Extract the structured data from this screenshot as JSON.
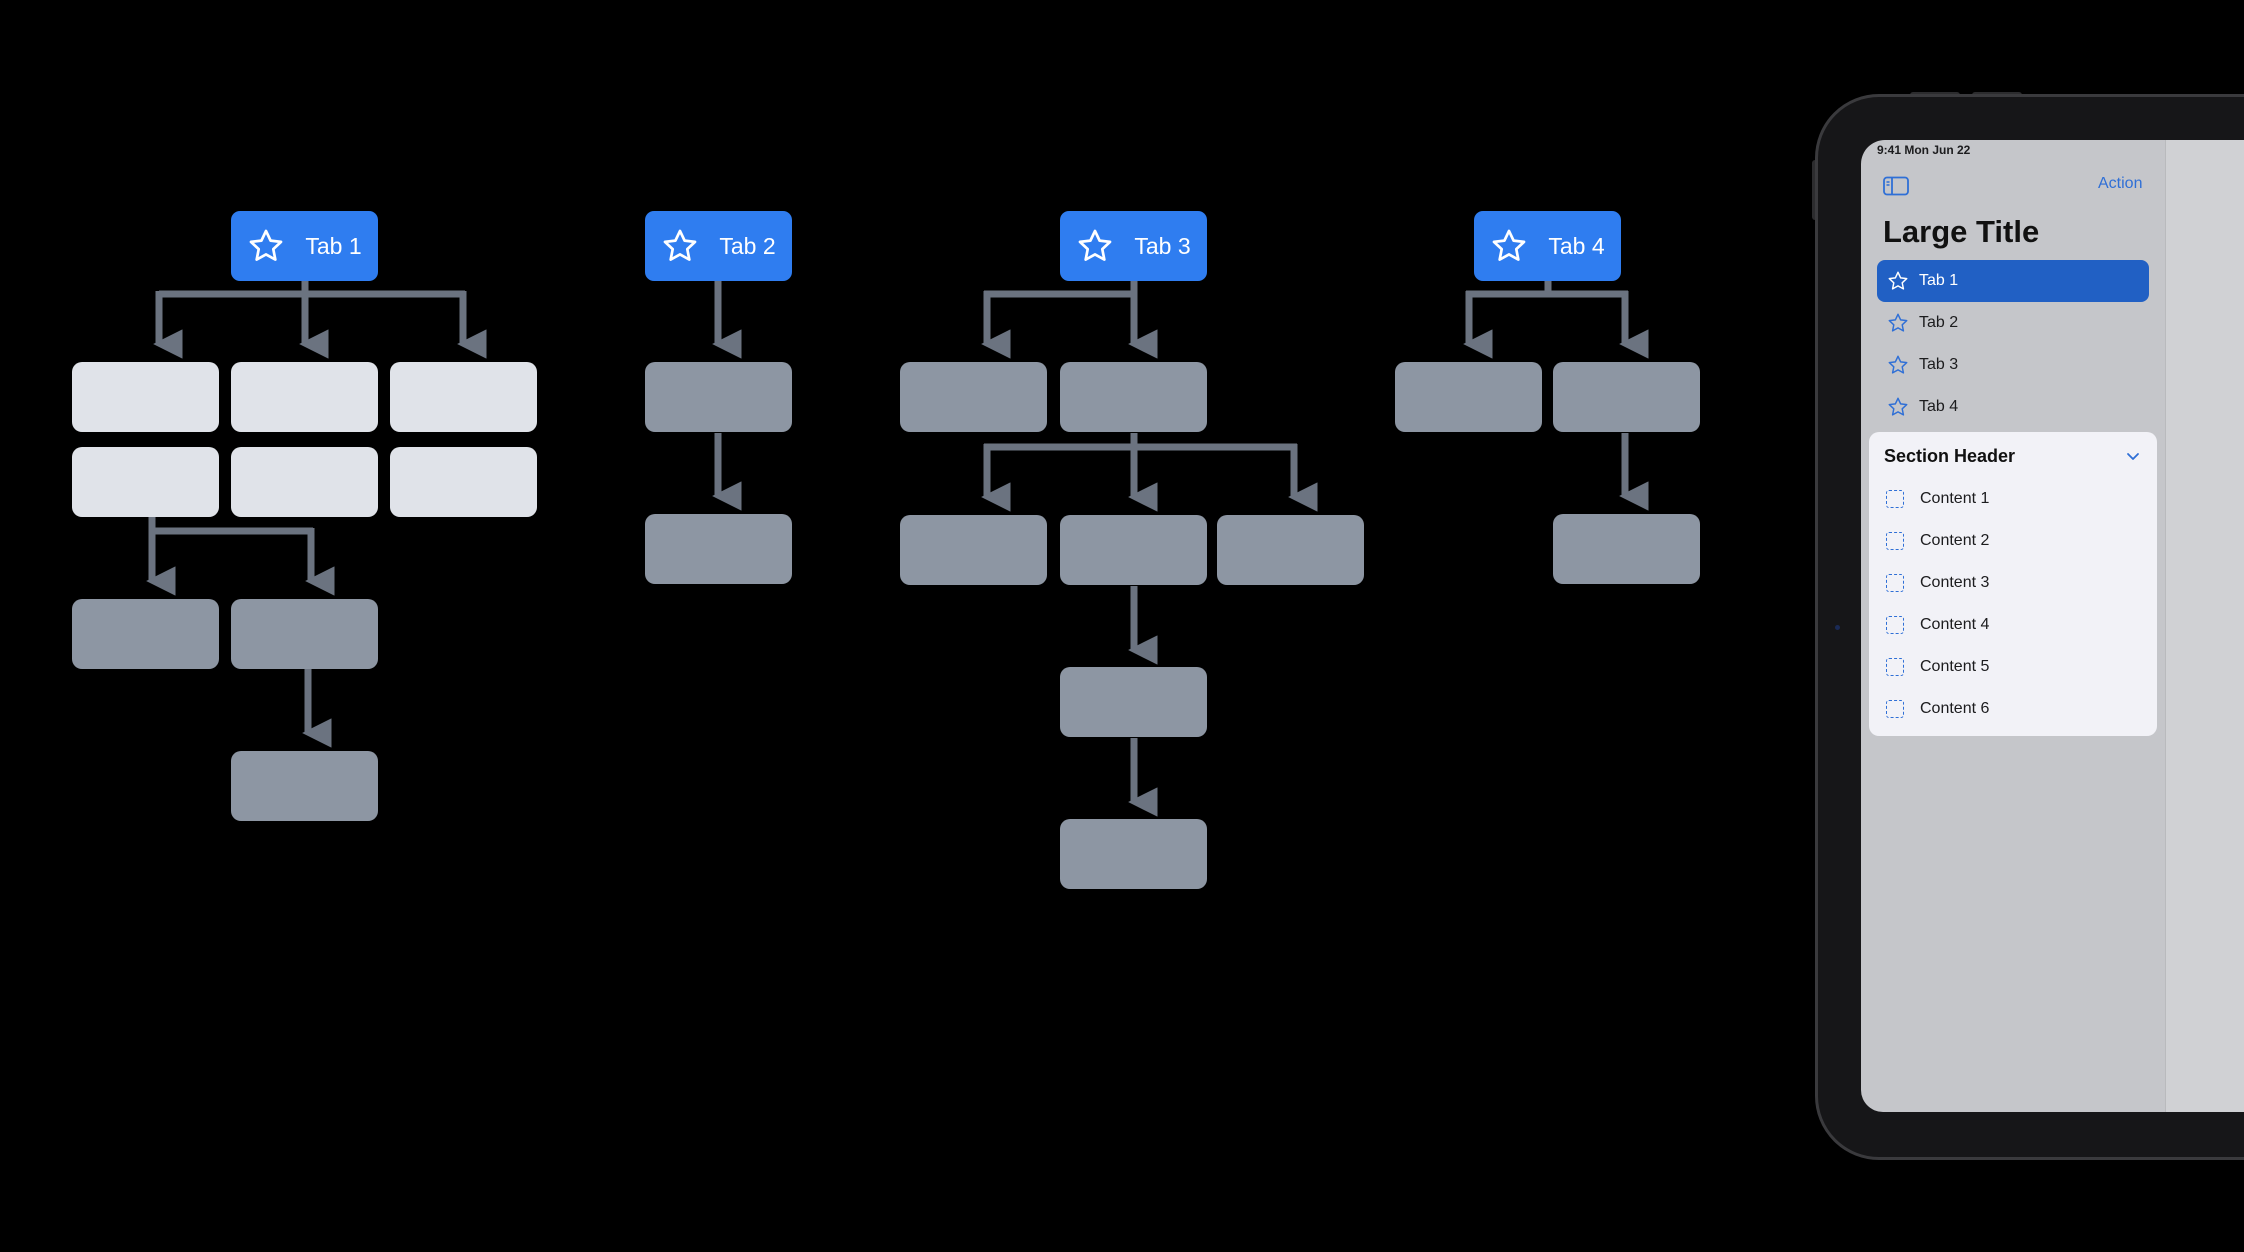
{
  "diagram": {
    "tab_nodes": [
      "Tab 1",
      "Tab 2",
      "Tab 3",
      "Tab 4"
    ],
    "colors": {
      "tab": "#2f7df0",
      "light_node": "#e0e3e9",
      "gray_node": "#8d96a3",
      "arrow": "#6b7380"
    }
  },
  "ipad": {
    "status_bar": "9:41  Mon Jun 22",
    "action_label": "Action",
    "large_title": "Large Title",
    "tabs": [
      "Tab 1",
      "Tab 2",
      "Tab 3",
      "Tab 4"
    ],
    "selected_tab_index": 0,
    "section_header": "Section Header",
    "contents": [
      "Content 1",
      "Content 2",
      "Content 3",
      "Content 4",
      "Content 5",
      "Content 6"
    ],
    "accent": "#2f6fd6"
  }
}
